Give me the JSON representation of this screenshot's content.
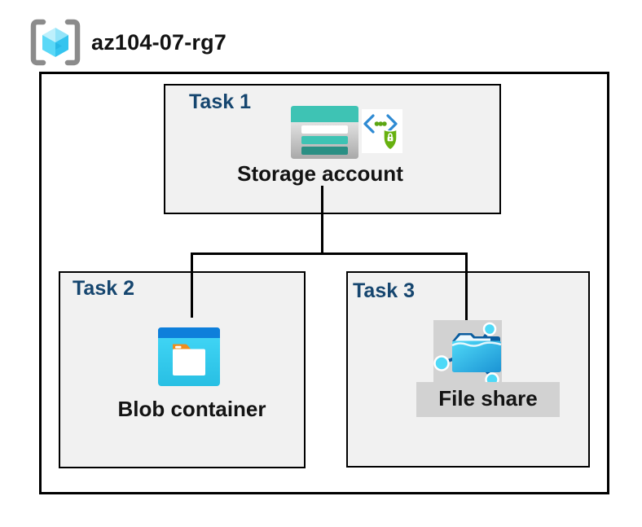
{
  "header": {
    "title": "az104-07-rg7"
  },
  "tasks": [
    {
      "label": "Task 1",
      "node": "Storage account"
    },
    {
      "label": "Task 2",
      "node": "Blob container"
    },
    {
      "label": "Task 3",
      "node": "File share"
    }
  ],
  "connections": [
    {
      "from": "Storage account",
      "to": "Blob container"
    },
    {
      "from": "Storage account",
      "to": "File share"
    }
  ],
  "icons": {
    "resource_group": "resource-group-icon",
    "storage_account": "storage-account-icon",
    "secure_access": "code-shield-lock-icon",
    "blob_container": "blob-container-icon",
    "file_share": "file-share-icon"
  },
  "colors": {
    "task_label_navy": "#16466F",
    "task_box_fill": "#F1F1F1",
    "box_border": "#000000",
    "storage_teal": "#3EC3B4",
    "storage_teal_dark": "#2A8F84",
    "blob_band_blue": "#0E7FDB",
    "blob_body_cyan": "#35CDF0",
    "folder_tab_orange": "#EF8D1D",
    "file_share_cyan": "#4ED9F7",
    "file_share_navy": "#0A5C9E",
    "shield_green": "#67B10F",
    "code_bracket_blue": "#2E8AD3",
    "gray_plate": "#D2D2D2",
    "rg_bracket_gray": "#8B8B8B",
    "rg_cube_cyan": "#5AD8F7"
  }
}
